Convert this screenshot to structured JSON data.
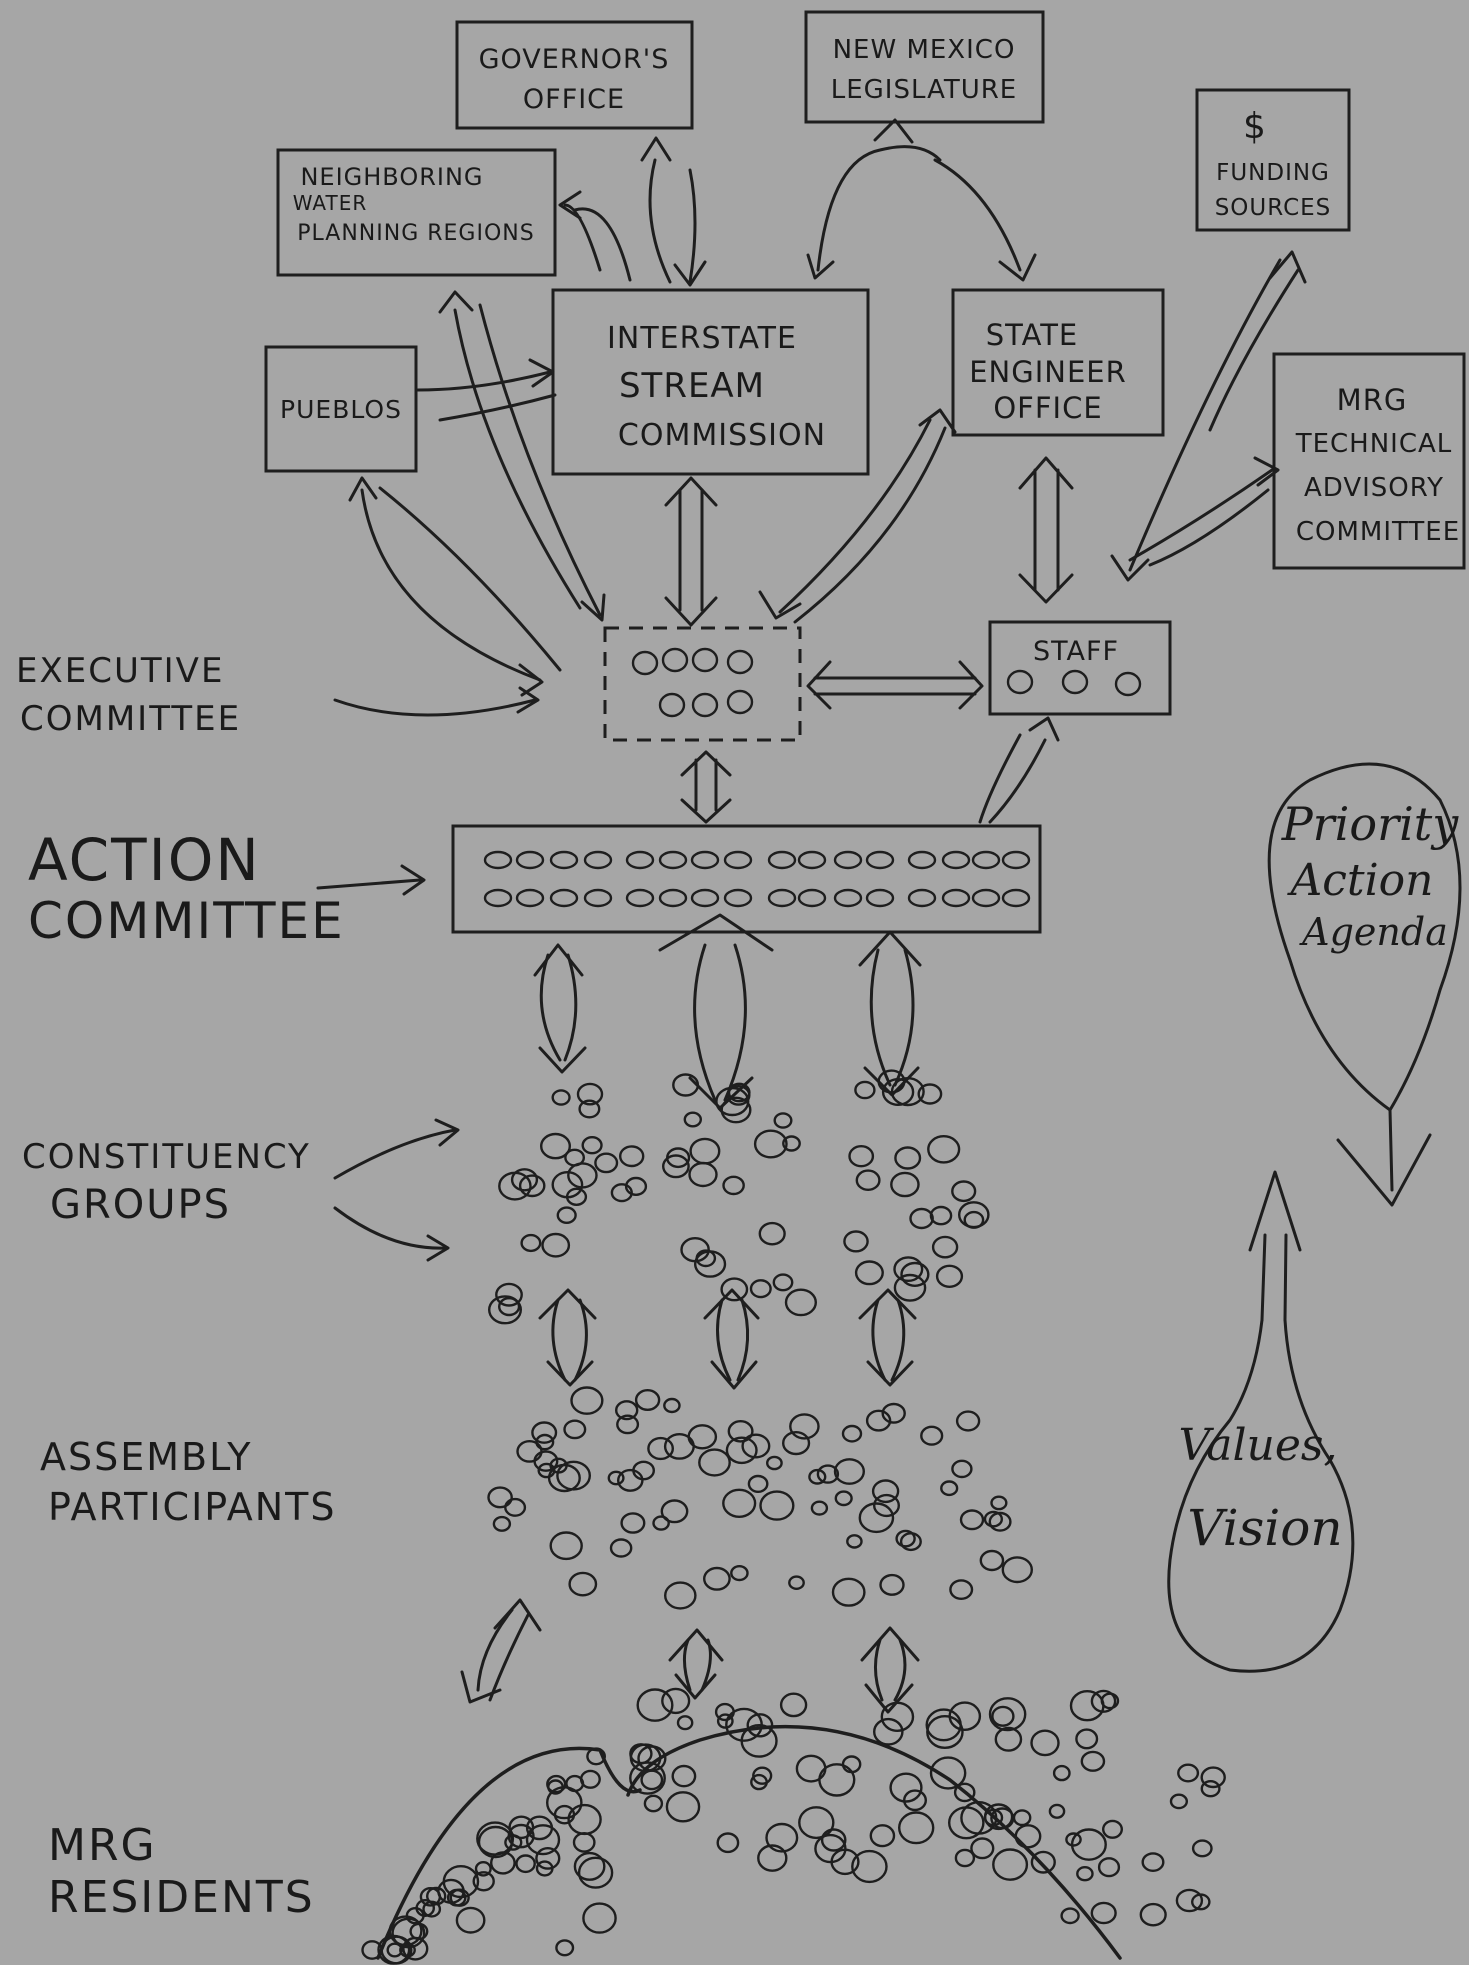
{
  "boxes": {
    "governors_office": [
      "GOVERNOR'S",
      "OFFICE"
    ],
    "nm_legislature": [
      "NEW MEXICO",
      "LEGISLATURE"
    ],
    "funding": [
      "$",
      "FUNDING",
      "SOURCES"
    ],
    "neighboring": [
      "NEIGHBORING",
      "WATER",
      "PLANNING REGIONS"
    ],
    "pueblos": [
      "PUEBLOS"
    ],
    "isc": [
      "INTERSTATE",
      "STREAM",
      "COMMISSION"
    ],
    "seo": [
      "STATE",
      "ENGINEER",
      "OFFICE"
    ],
    "mrg_tac": [
      "MRG",
      "TECHNICAL",
      "ADVISORY",
      "COMMITTEE"
    ],
    "staff": [
      "STAFF"
    ]
  },
  "side_labels": {
    "executive": [
      "EXECUTIVE",
      "COMMITTEE"
    ],
    "action": [
      "ACTION",
      "COMMITTEE"
    ],
    "constituency": [
      "CONSTITUENCY",
      "GROUPS"
    ],
    "assembly": [
      "ASSEMBLY",
      "PARTICIPANTS"
    ],
    "residents": [
      "MRG",
      "RESIDENTS"
    ]
  },
  "balloons": {
    "priority": [
      "Priority",
      "Action",
      "Agenda"
    ],
    "values": [
      "Values,",
      "Vision"
    ]
  }
}
